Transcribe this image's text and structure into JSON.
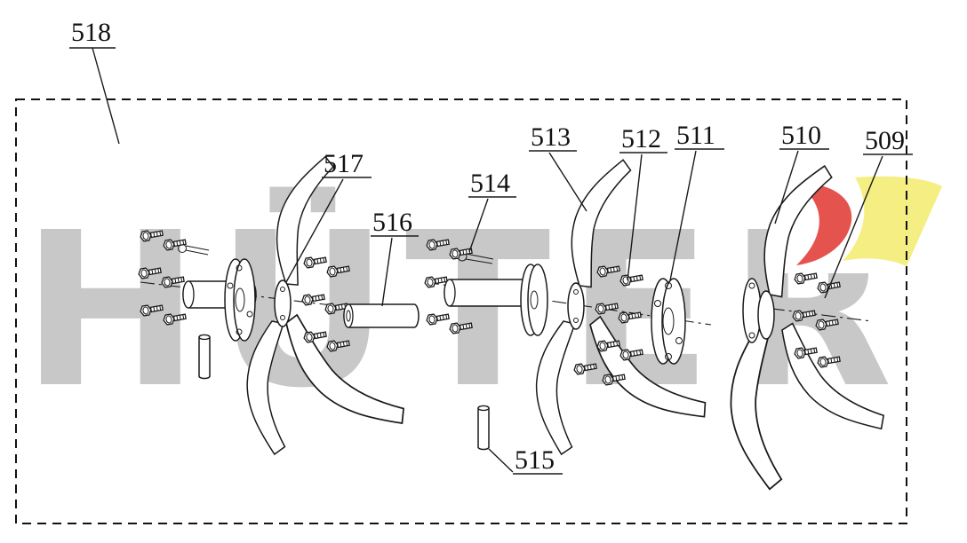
{
  "page": {
    "type": "exploded-parts-diagram",
    "background": "#ffffff",
    "line_color": "#1a1a1a"
  },
  "watermark": {
    "text": "HÜTER",
    "color": "#c8c8c8",
    "logo_yellow": "#f5ee82",
    "logo_red": "#e4534e",
    "logo_white": "#ffffff"
  },
  "callouts": {
    "n509": "509",
    "n510": "510",
    "n511": "511",
    "n512": "512",
    "n513": "513",
    "n514": "514",
    "n515": "515",
    "n516": "516",
    "n517": "517",
    "n518": "518"
  }
}
